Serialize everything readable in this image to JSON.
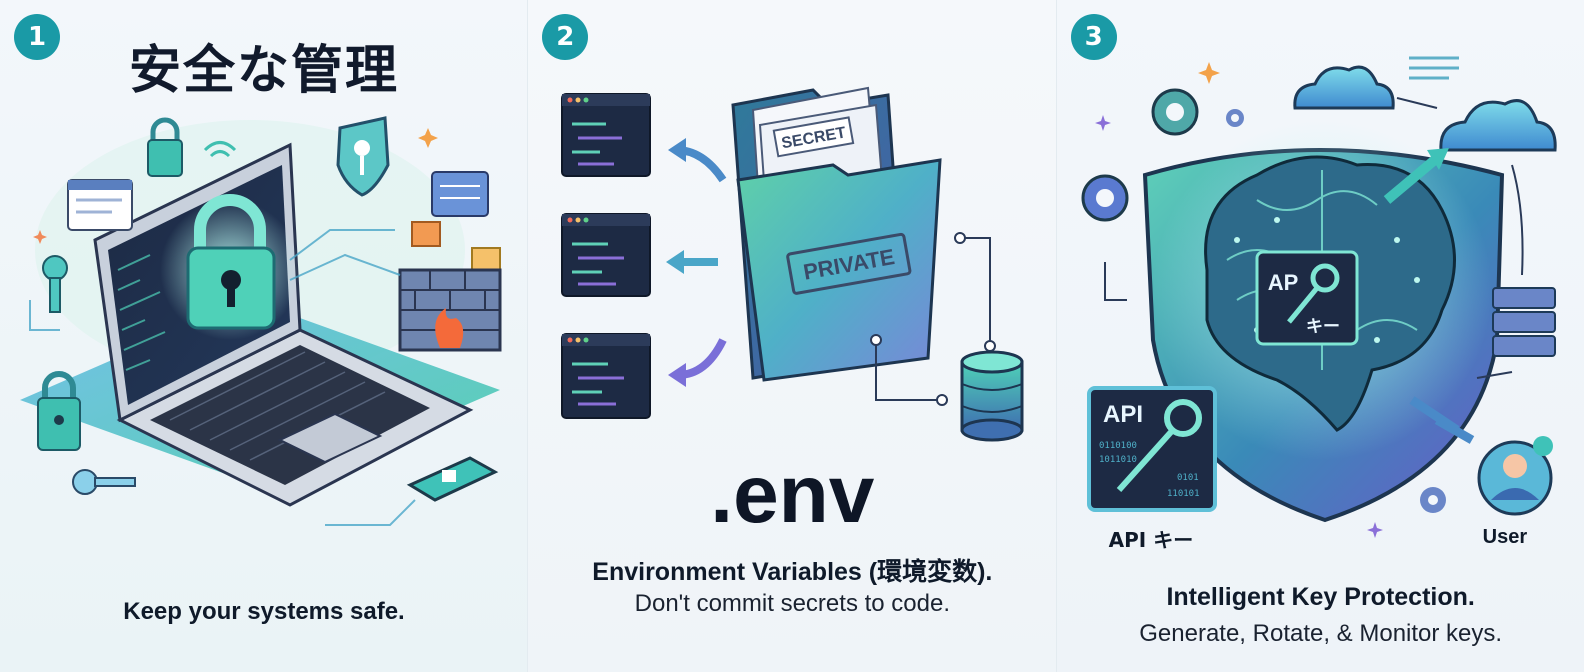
{
  "panel1": {
    "step": "1",
    "title": "安全な管理",
    "caption": "Keep your systems safe."
  },
  "panel2": {
    "step": "2",
    "secret_label": "SECRET",
    "private_label": "PRIVATE",
    "env_label": ".env",
    "caption_line1": "Environment Variables (環境変数).",
    "caption_line2": "Don't commit secrets to code."
  },
  "panel3": {
    "step": "3",
    "brain_key_label_top": "AP",
    "brain_key_label_bottom": "キー",
    "api_card_label": "API",
    "api_key_label": "API キー",
    "user_label": "User",
    "caption_line1": "Intelligent Key Protection.",
    "caption_line2": "Generate, Rotate, & Monitor keys."
  },
  "colors": {
    "accent": "#1a9aa6",
    "teal": "#3fc2b8",
    "blue": "#3f7fd0",
    "purple": "#8a6fd8",
    "dark": "#1f2c44"
  }
}
